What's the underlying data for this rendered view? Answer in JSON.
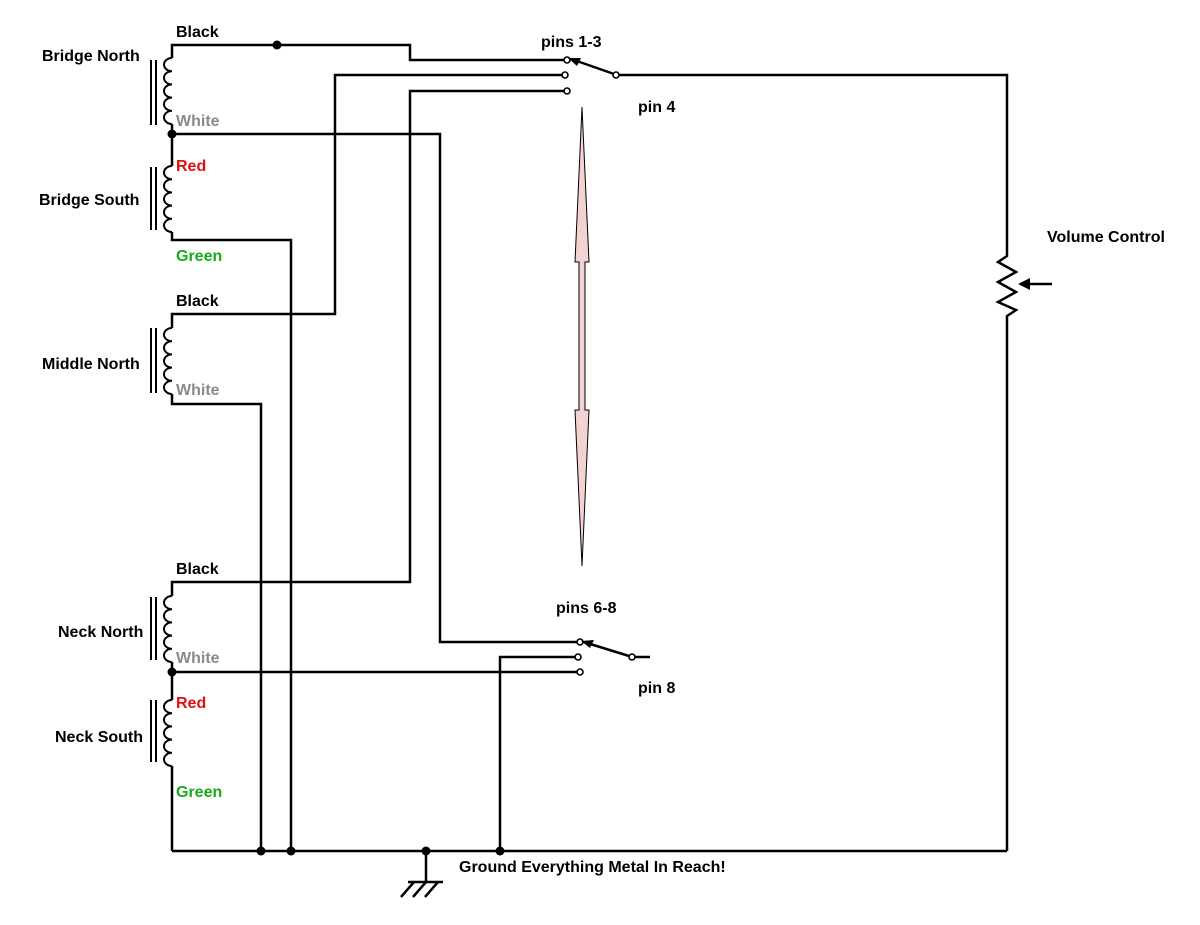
{
  "labels": {
    "bridge_north": "Bridge North",
    "bridge_south": "Bridge South",
    "middle_north": "Middle North",
    "neck_north": "Neck North",
    "neck_south": "Neck South",
    "volume_control": "Volume Control",
    "pins_1_3": "pins 1-3",
    "pin_4": "pin 4",
    "pins_6_8": "pins 6-8",
    "pin_8": "pin 8",
    "ground_note": "Ground Everything Metal In Reach!"
  },
  "wire_labels": {
    "bridge_north_black": "Black",
    "bridge_north_white": "White",
    "bridge_south_red": "Red",
    "bridge_south_green": "Green",
    "middle_north_black": "Black",
    "middle_north_white": "White",
    "neck_north_black": "Black",
    "neck_north_white": "White",
    "neck_south_red": "Red",
    "neck_south_green": "Green"
  },
  "colors": {
    "black": "#000000",
    "white_wire": "#8a8a8a",
    "red_wire": "#e01010",
    "green_wire": "#1aaa1a",
    "arrow_fill": "#f3d2d2"
  }
}
